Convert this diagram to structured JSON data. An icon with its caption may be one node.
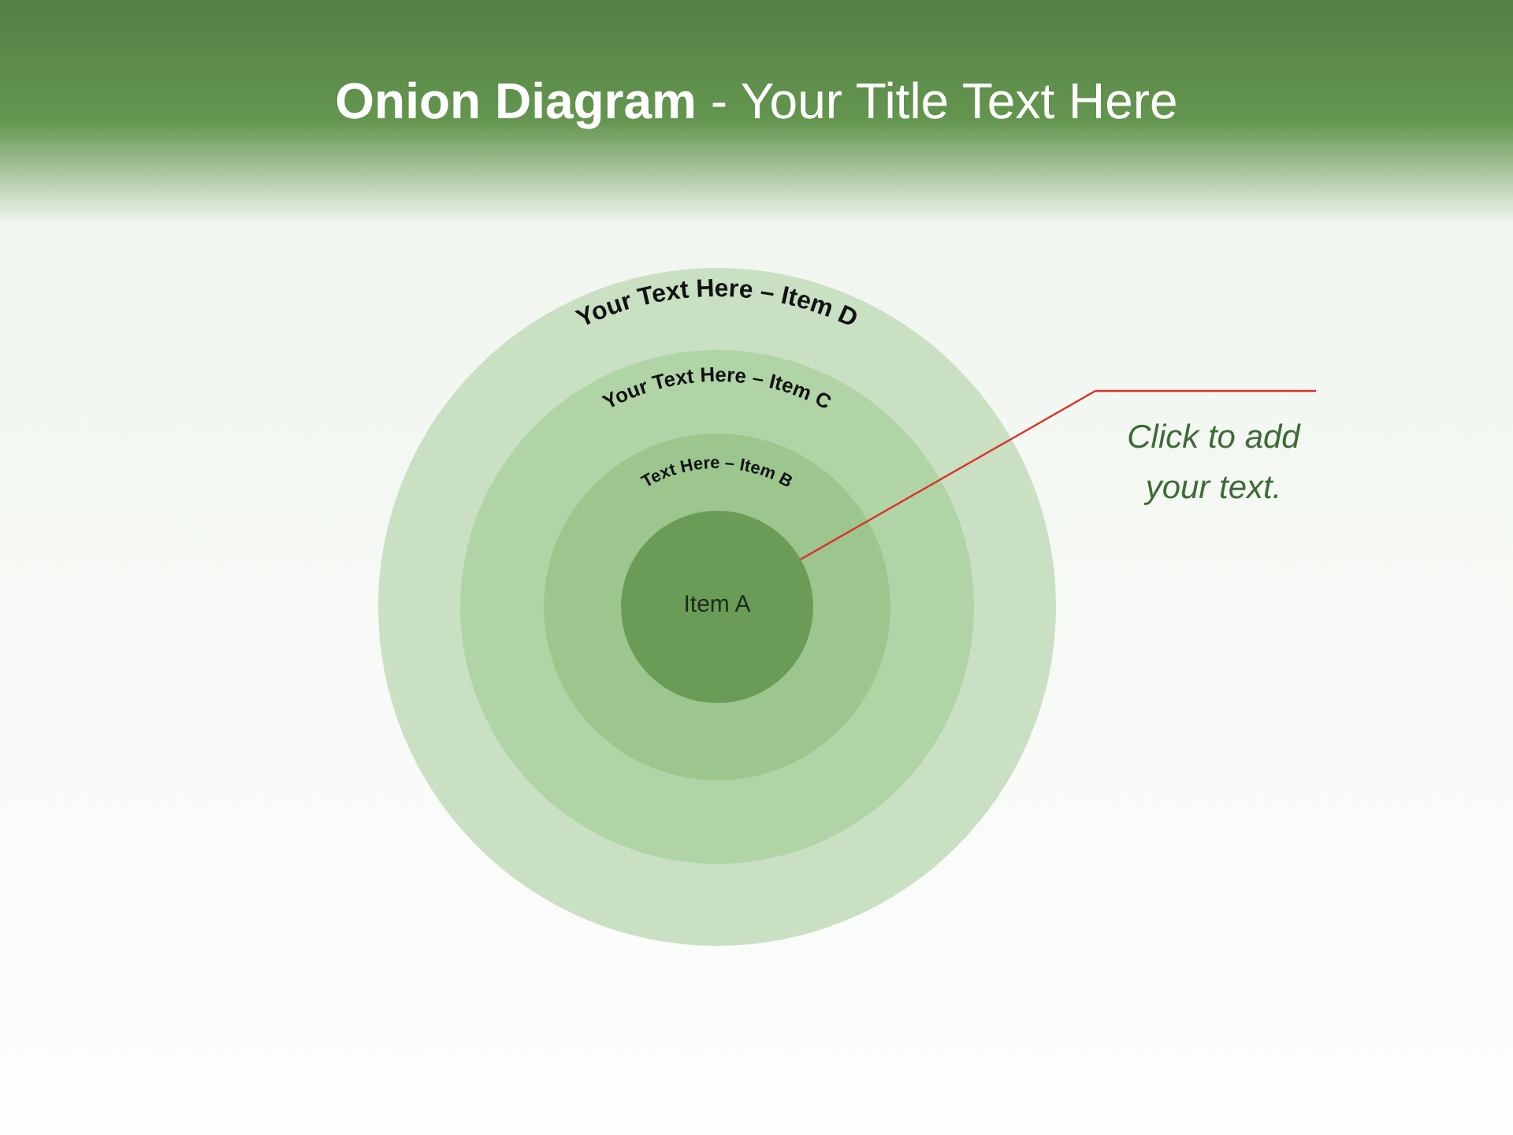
{
  "diagram": {
    "title": "**Onion Diagram** - Your Title Text Here",
    "nodes": [
      {
        "text": [
          "Your Text Here – Item D"
        ]
      },
      {
        "text": [
          "Your Text Here – Item C"
        ],
        "in": 0
      },
      {
        "text": [
          "Text Here – Item B"
        ],
        "in": 1
      },
      {
        "text": [
          "Item A"
        ],
        "in": 2
      },
      {
        "text": [
          "Click to add your text."
        ]
      }
    ],
    "edges": [
      {
        "from": 4,
        "to": 3,
        "arrow": "none"
      }
    ]
  }
}
